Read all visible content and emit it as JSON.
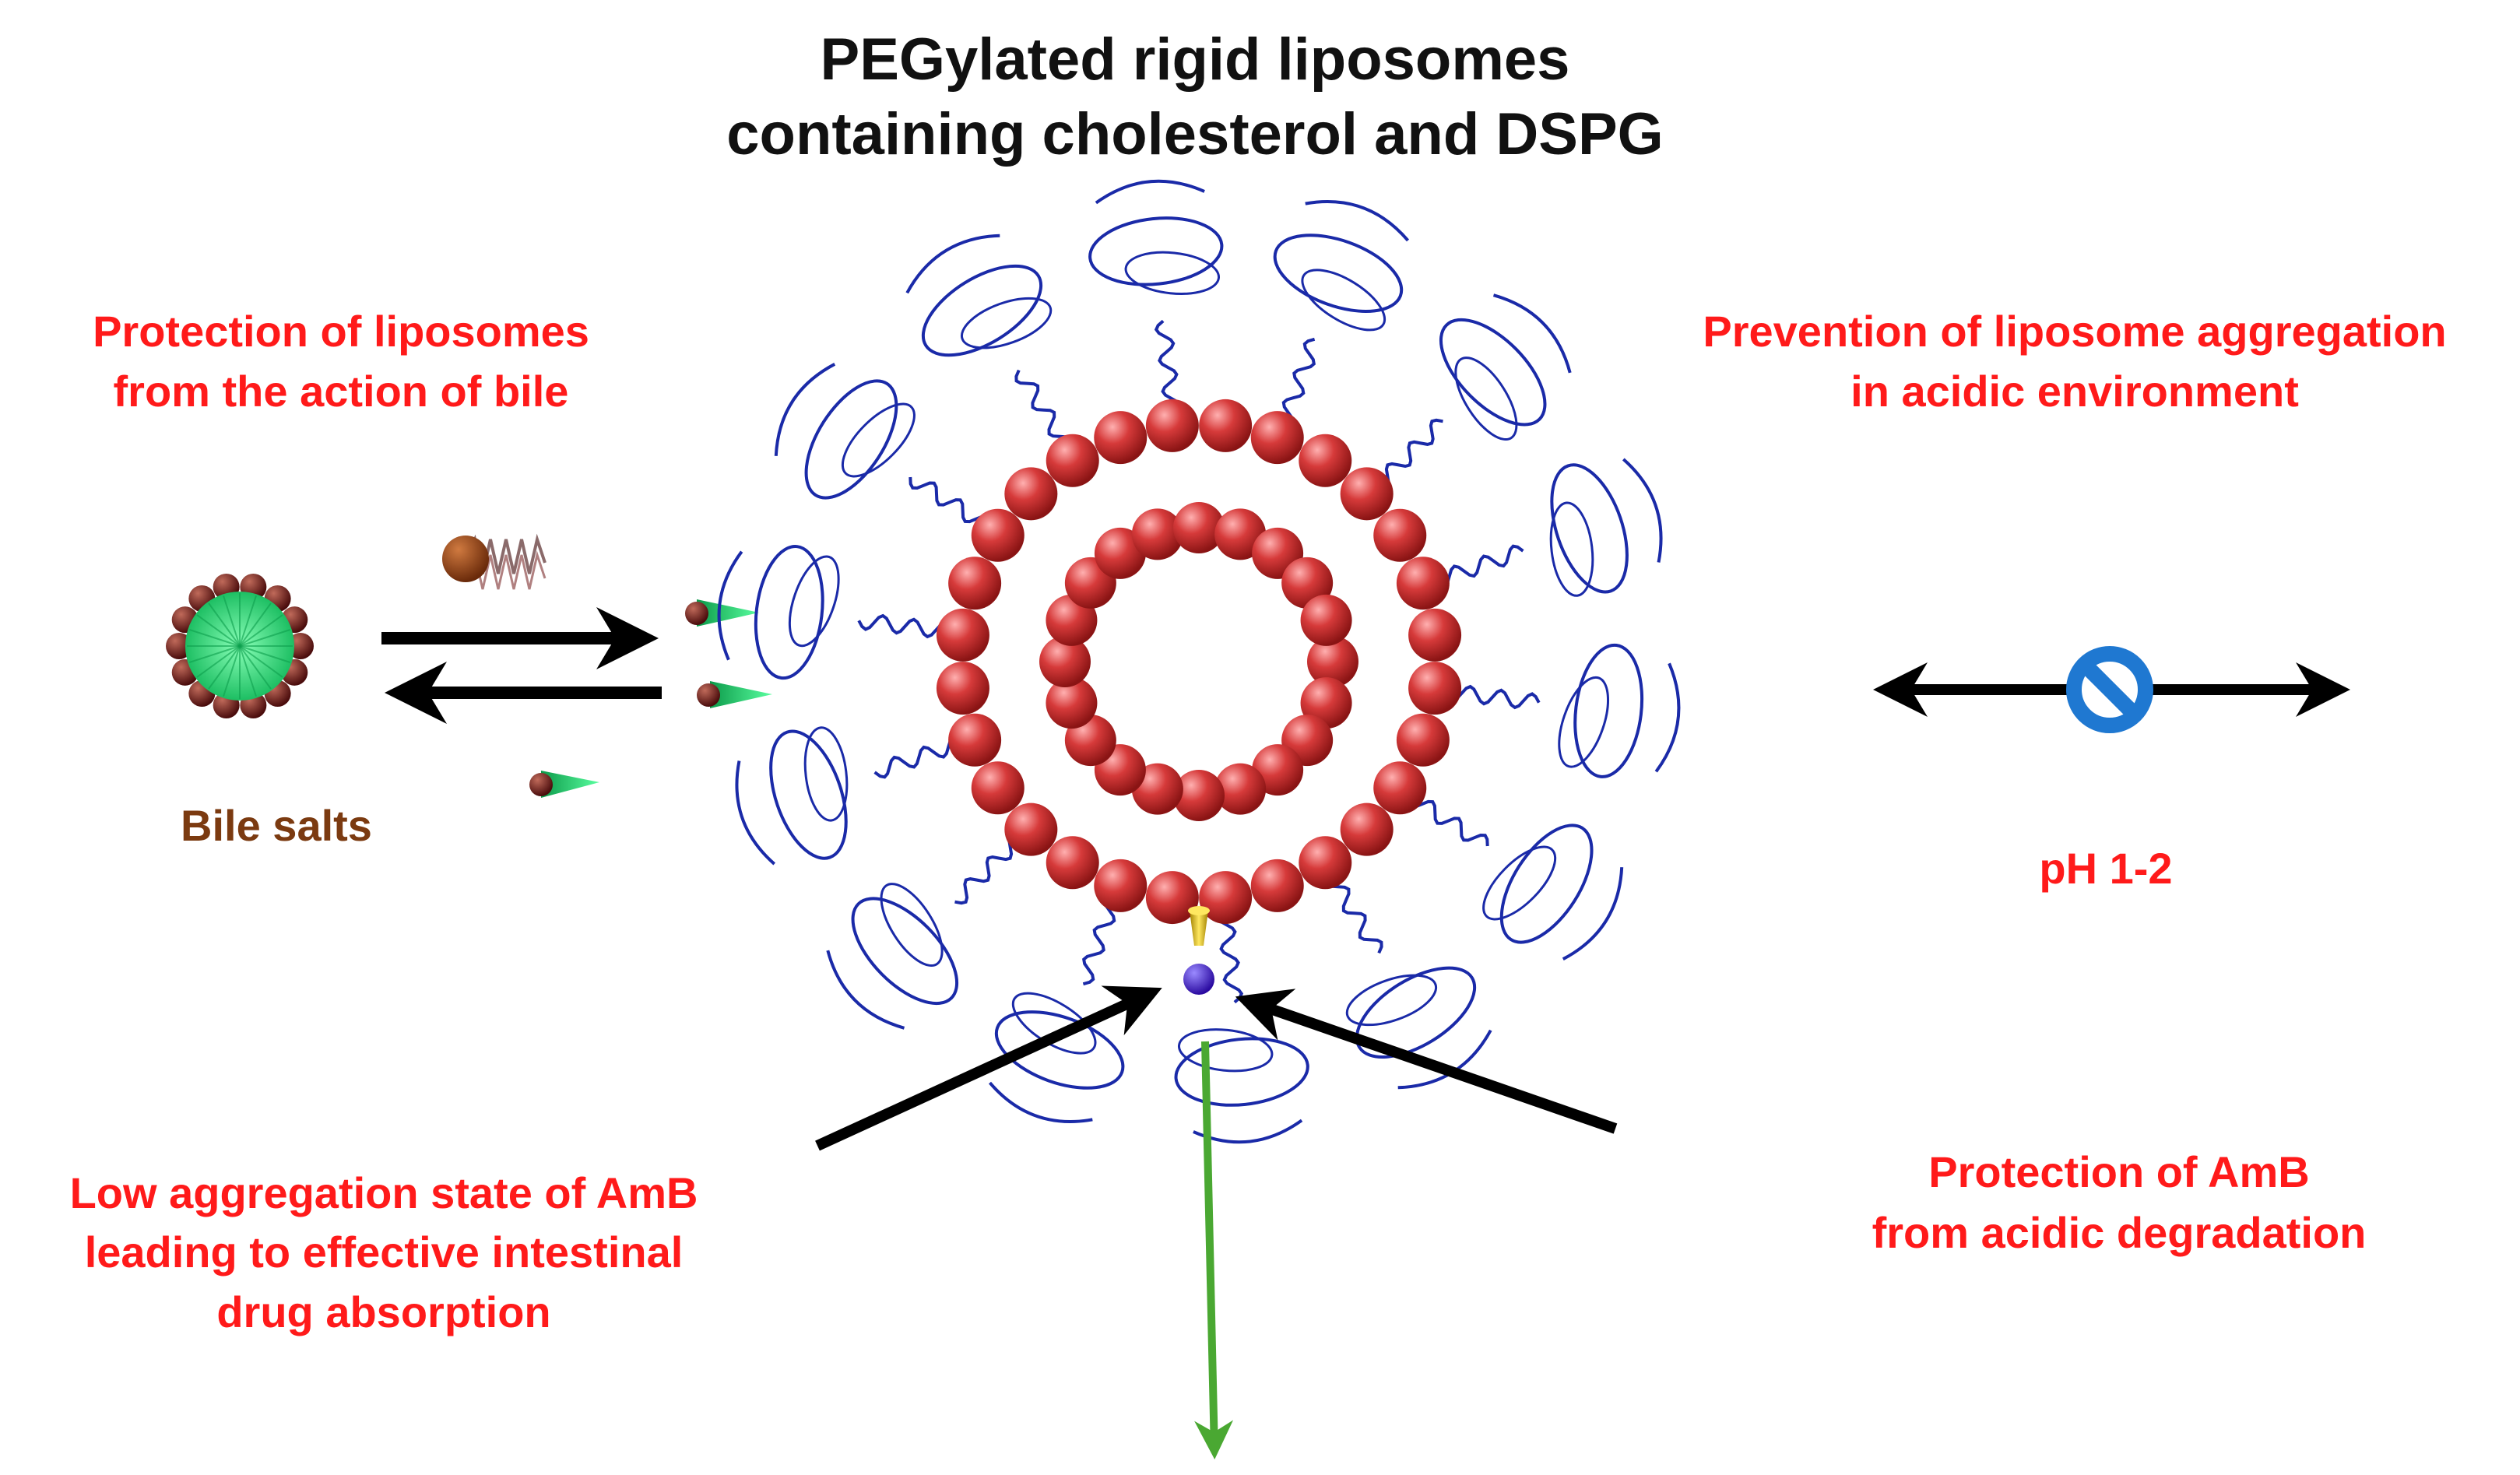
{
  "title": {
    "line1": "PEGylated rigid liposomes",
    "line2": "containing cholesterol and DSPG"
  },
  "labels": {
    "bile_protection": {
      "line1": "Protection of liposomes",
      "line2": "from the action of bile"
    },
    "aggregation_prevention": {
      "line1": "Prevention of liposome aggregation",
      "line2": "in acidic environment"
    },
    "bile_salts": "Bile salts",
    "ph": "pH 1-2",
    "low_aggregation": {
      "line1": "Low aggregation state of AmB",
      "line2": "leading to effective intestinal",
      "line3": "drug absorption"
    },
    "amb_protection": {
      "line1": "Protection of AmB",
      "line2": "from acidic degradation"
    }
  },
  "colors": {
    "title": "#111111",
    "annotation": "#ff1a1a",
    "bile_salts": "#7b3a10",
    "lipid_bead": "#d63a3a",
    "peg_chain": "#1a2aa8",
    "micelle_core": "#22d66e",
    "micelle_head": "#6b1414",
    "arrow": "#000000",
    "absorption_arrow": "#4aa832",
    "no_symbol": "#1f78d1",
    "amb_stem": "#e0c020",
    "amb_head": "#4a1fd1"
  },
  "icons": {
    "bile_micelle": "micelle-icon",
    "bile_salt_molecule": "bile-salt-molecule-icon",
    "prohibited": "no-entry-icon"
  }
}
